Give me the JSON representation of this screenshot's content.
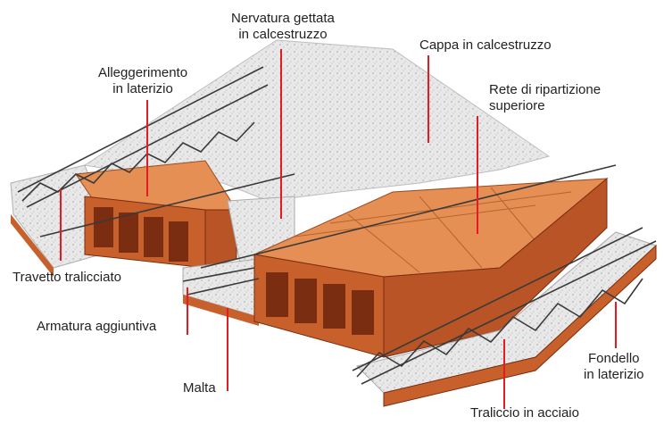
{
  "labels": {
    "nervatura": [
      "Nervatura gettata",
      "in calcestruzzo"
    ],
    "cappa": "Cappa in calcestruzzo",
    "alleggerimento": [
      "Alleggerimento",
      "in laterizio"
    ],
    "rete": [
      "Rete di ripartizione",
      "superiore"
    ],
    "travetto": "Travetto tralicciato",
    "armatura": "Armatura aggiuntiva",
    "malta": "Malta",
    "fondello": [
      "Fondello",
      "in laterizio"
    ],
    "traliccio": "Traliccio in acciaio"
  },
  "colors": {
    "leader": "#e31b23",
    "brick_top": "#e58f55",
    "brick_front": "#c8602c",
    "brick_dark": "#7a2d10",
    "concrete": "#e6e6e6",
    "steel": "#3a3a3a"
  }
}
